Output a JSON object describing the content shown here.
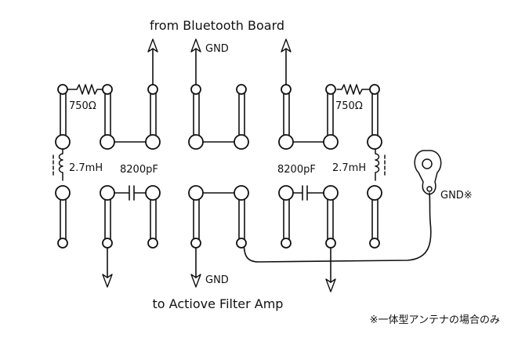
{
  "header_label": "from Bluetooth Board",
  "footer_label": "to Actiove Filter Amp",
  "footnote": "※一体型アンテナの場合のみ",
  "labels": {
    "top_gnd": "GND",
    "bottom_gnd": "GND",
    "antenna_gnd": "GND※",
    "resistor_left": "750Ω",
    "resistor_right": "750Ω",
    "inductor_left": "2.7mH",
    "inductor_right": "2.7mH",
    "capacitor_left": "8200pF",
    "capacitor_right": "8200pF"
  }
}
